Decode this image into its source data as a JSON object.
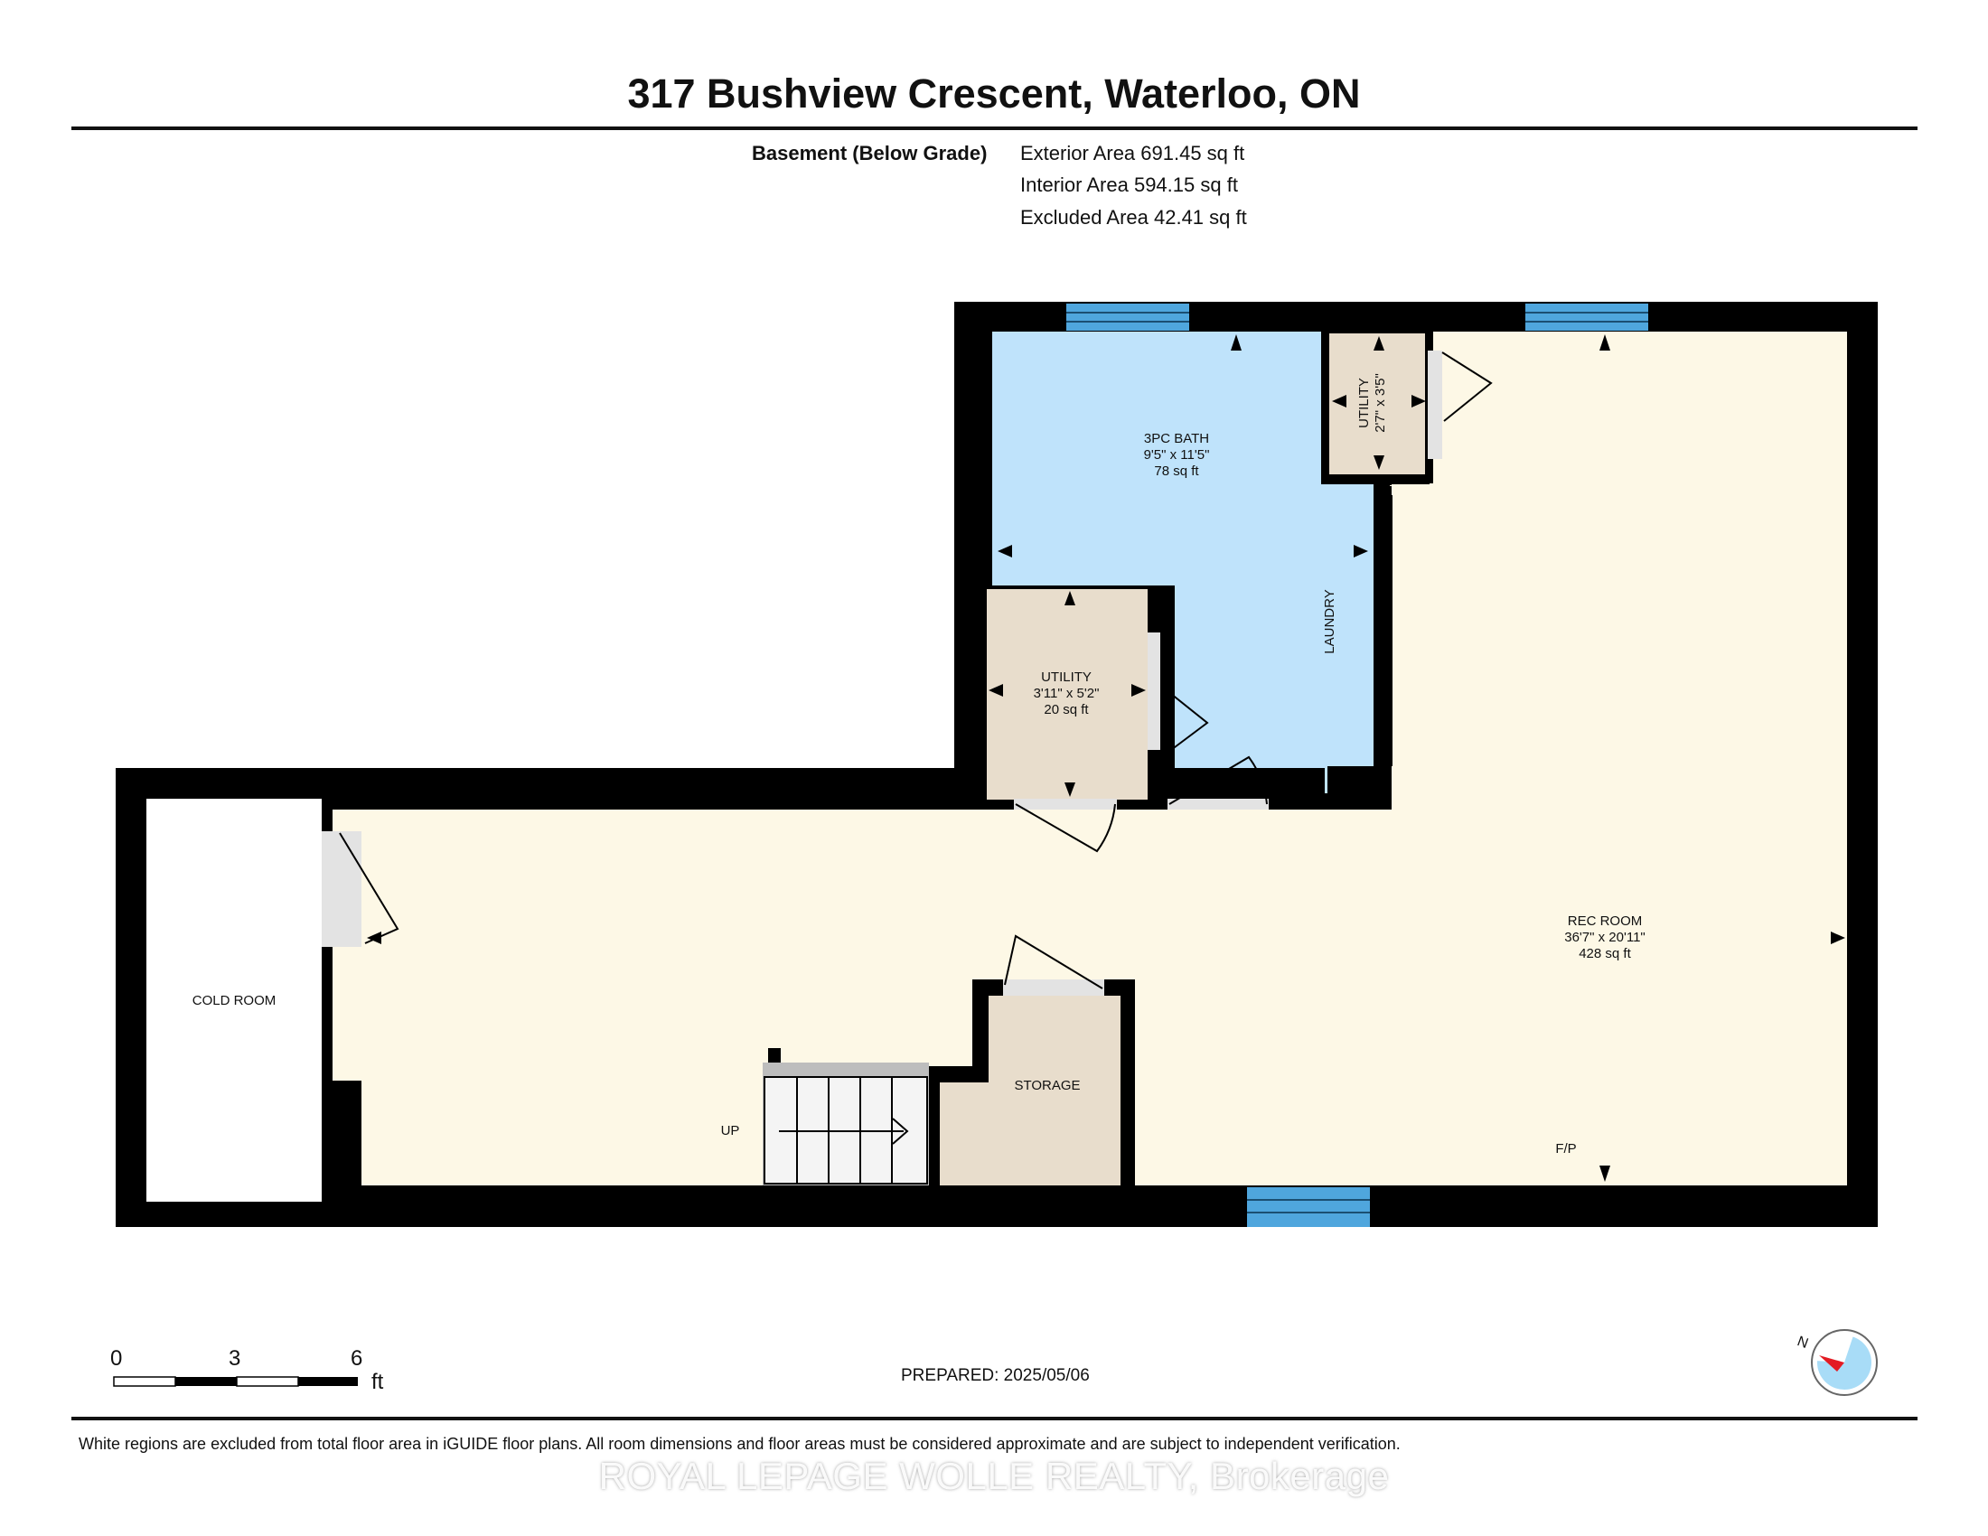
{
  "header": {
    "title": "317 Bushview Crescent, Waterloo, ON",
    "level_label": "Basement (Below Grade)",
    "exterior_area": "Exterior Area 691.45 sq ft",
    "interior_area": "Interior Area 594.15 sq ft",
    "excluded_area": "Excluded Area 42.41 sq ft"
  },
  "rooms": {
    "bath": {
      "name": "3PC BATH",
      "dims": "9'5\" x 11'5\"",
      "area": "78 sq ft"
    },
    "utility_small": {
      "name": "UTILITY",
      "dims": "2'7\" x 3'5\""
    },
    "utility": {
      "name": "UTILITY",
      "dims": "3'11\" x 5'2\"",
      "area": "20 sq ft"
    },
    "laundry": {
      "name": "LAUNDRY"
    },
    "rec_room": {
      "name": "REC ROOM",
      "dims": "36'7\" x 20'11\"",
      "area": "428 sq ft"
    },
    "cold_room": {
      "name": "COLD ROOM"
    },
    "storage": {
      "name": "STORAGE"
    },
    "stairs": {
      "label": "UP"
    },
    "fireplace": {
      "label": "F/P"
    }
  },
  "colors": {
    "wall": "#000000",
    "bath_fill": "#bfe3fb",
    "rec_fill": "#fdf8e6",
    "utility_fill": "#e8ddcc",
    "window": "#4fa6dd",
    "door_swing": "#e3e3e3"
  },
  "scale_bar": {
    "ticks": [
      "0",
      "3",
      "6"
    ],
    "unit": "ft"
  },
  "footer": {
    "prepared": "PREPARED: 2025/05/06",
    "disclaimer": "White regions are excluded from total floor area in iGUIDE floor plans. All room dimensions and floor areas must be considered approximate and are subject to independent verification.",
    "watermark": "ROYAL LEPAGE WOLLE REALTY, Brokerage"
  },
  "compass": {
    "label": "N"
  }
}
